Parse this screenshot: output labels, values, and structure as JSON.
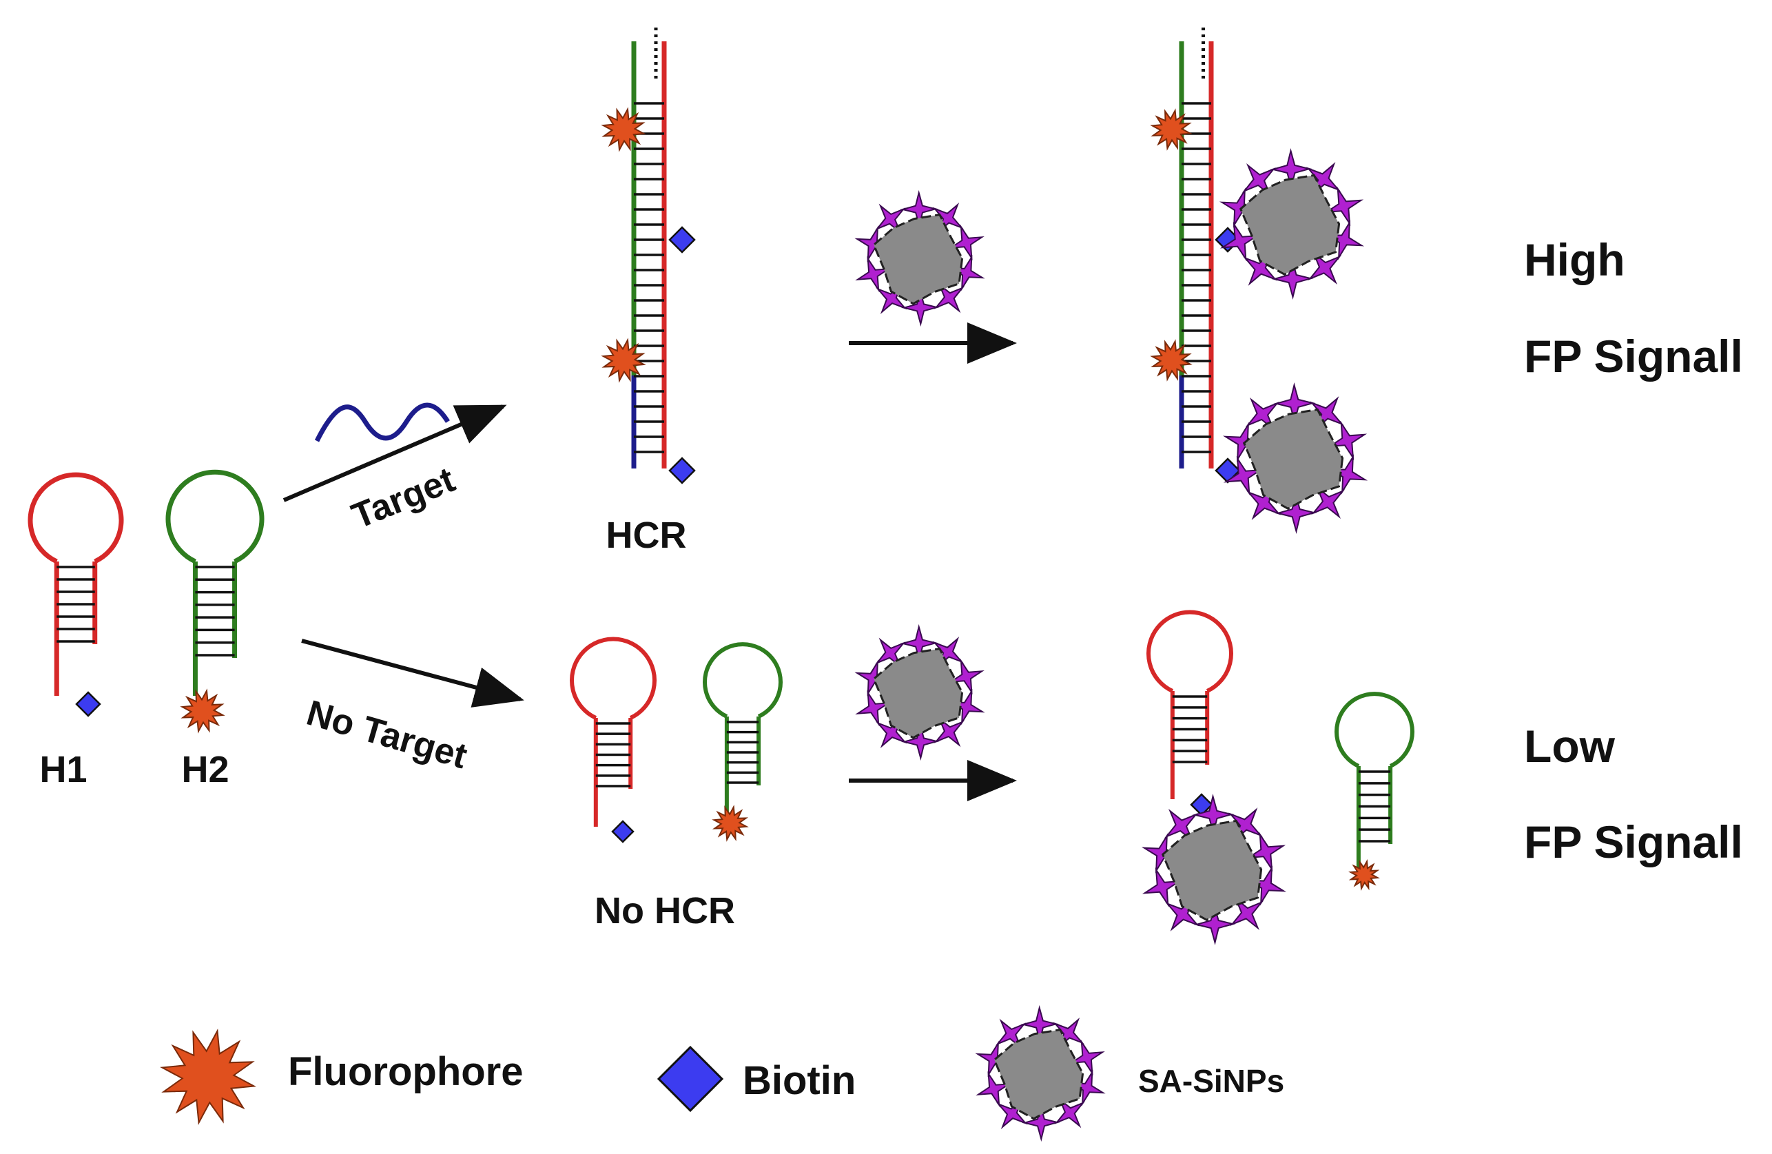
{
  "labels": {
    "h1": "H1",
    "h2": "H2",
    "target": "Target",
    "no_target": "No Target",
    "hcr": "HCR",
    "no_hcr": "No HCR",
    "high": "High",
    "low": "Low",
    "fp_signal_high": "FP Signall",
    "fp_signal_low": "FP Signall"
  },
  "legend": {
    "fluorophore": "Fluorophore",
    "biotin": "Biotin",
    "sinps": "SA-SiNPs"
  },
  "colors": {
    "h1_strand": "#d62828",
    "h2_strand": "#2e7d1f",
    "target_strand": "#1d1d8c",
    "fluorophore": "#e0501e",
    "biotin": "#3c3cf0",
    "nanoparticle": "#8a8a8a",
    "streptavidin": "#b020d0",
    "arrow": "#111111"
  },
  "icons": {
    "fluorophore": "starburst-icon",
    "biotin": "diamond-icon",
    "sinps": "spiked-sphere-icon"
  }
}
